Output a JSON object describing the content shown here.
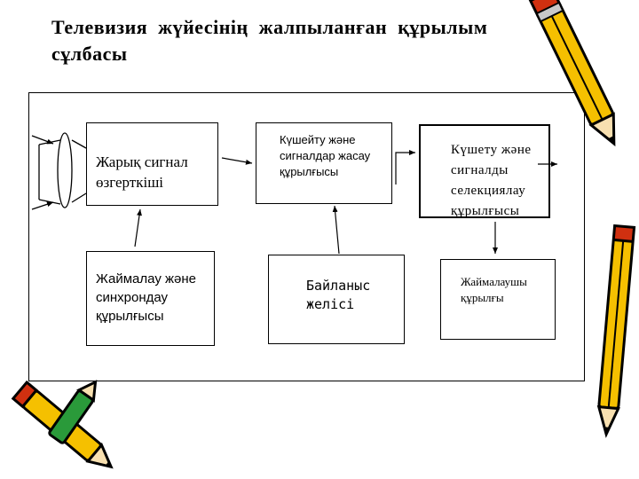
{
  "title": "Телевизия  жүйесінің  жалпыланған  құрылым сұлбасы",
  "blocks": {
    "light_converter": "Жарық сигнал\nөзгерткіші",
    "scan_sync": "Жаймалау және\nсинхрондау\nқұрылғысы",
    "amplifier_generator": "Күшейту және\nсигналдар жасау\nқұрылғысы",
    "link_line": "Байланыс\nжелісі",
    "amplifier_selector": "Күшету және\nсигналды\nселекциялау\nқұрылғысы",
    "scan_device": "Жаймалаушы\nқұрылғы"
  },
  "decorations": [
    "pencil-icon",
    "pencil-icon",
    "pencil-icon"
  ],
  "colors": {
    "pencil_body": "#f5c000",
    "pencil_outline": "#000000",
    "pencil_accent": "#d03010",
    "pencil_green": "#2a9a3a"
  }
}
